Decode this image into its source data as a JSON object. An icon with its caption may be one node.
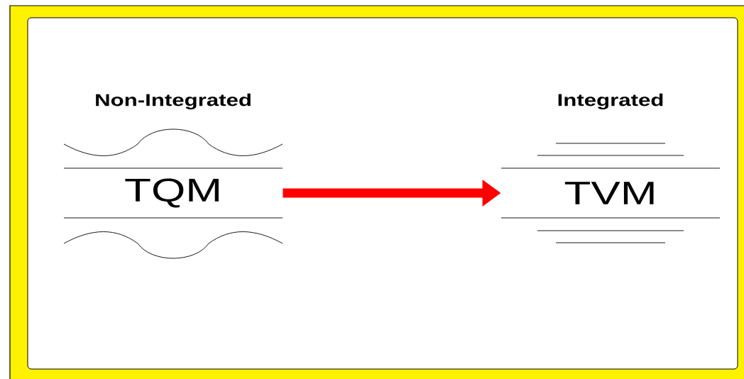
{
  "diagram": {
    "nodes": [
      {
        "text": [
          "Non-Integrated",
          "TQM"
        ]
      },
      {
        "text": [
          "Integrated",
          "TVM"
        ]
      }
    ],
    "edges": [
      {
        "from": 0,
        "to": 1,
        "arrow": "to"
      }
    ]
  }
}
